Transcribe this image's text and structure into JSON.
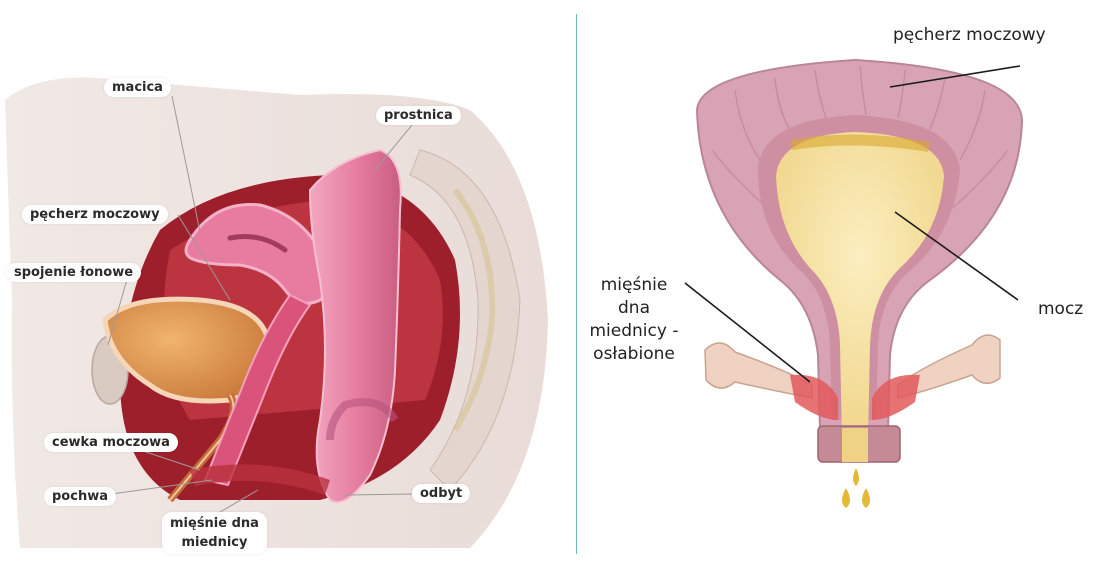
{
  "colors": {
    "divider": "#6fb9b3",
    "tissue_pink": "#e88aa6",
    "bladder_wall": "#d9a3b3",
    "urine": "#f3dc8e",
    "label_text": "#2b2b2b"
  },
  "left_panel": {
    "labels": {
      "macica": "macica",
      "prostnica": "prostnica",
      "pecherz_moczowy": "pęcherz moczowy",
      "spojenie_lonowe": "spojenie łonowe",
      "cewka_moczowa": "cewka moczowa",
      "pochwa": "pochwa",
      "miesnie_dna_miednicy": [
        "mięśnie dna",
        "miednicy"
      ],
      "odbyt": "odbyt"
    }
  },
  "right_panel": {
    "labels": {
      "pecherz_moczowy": "pęcherz moczowy",
      "mocz": "mocz",
      "miesnie_oslabione": [
        "mięśnie",
        "dna",
        "miednicy -",
        "osłabione"
      ]
    }
  }
}
